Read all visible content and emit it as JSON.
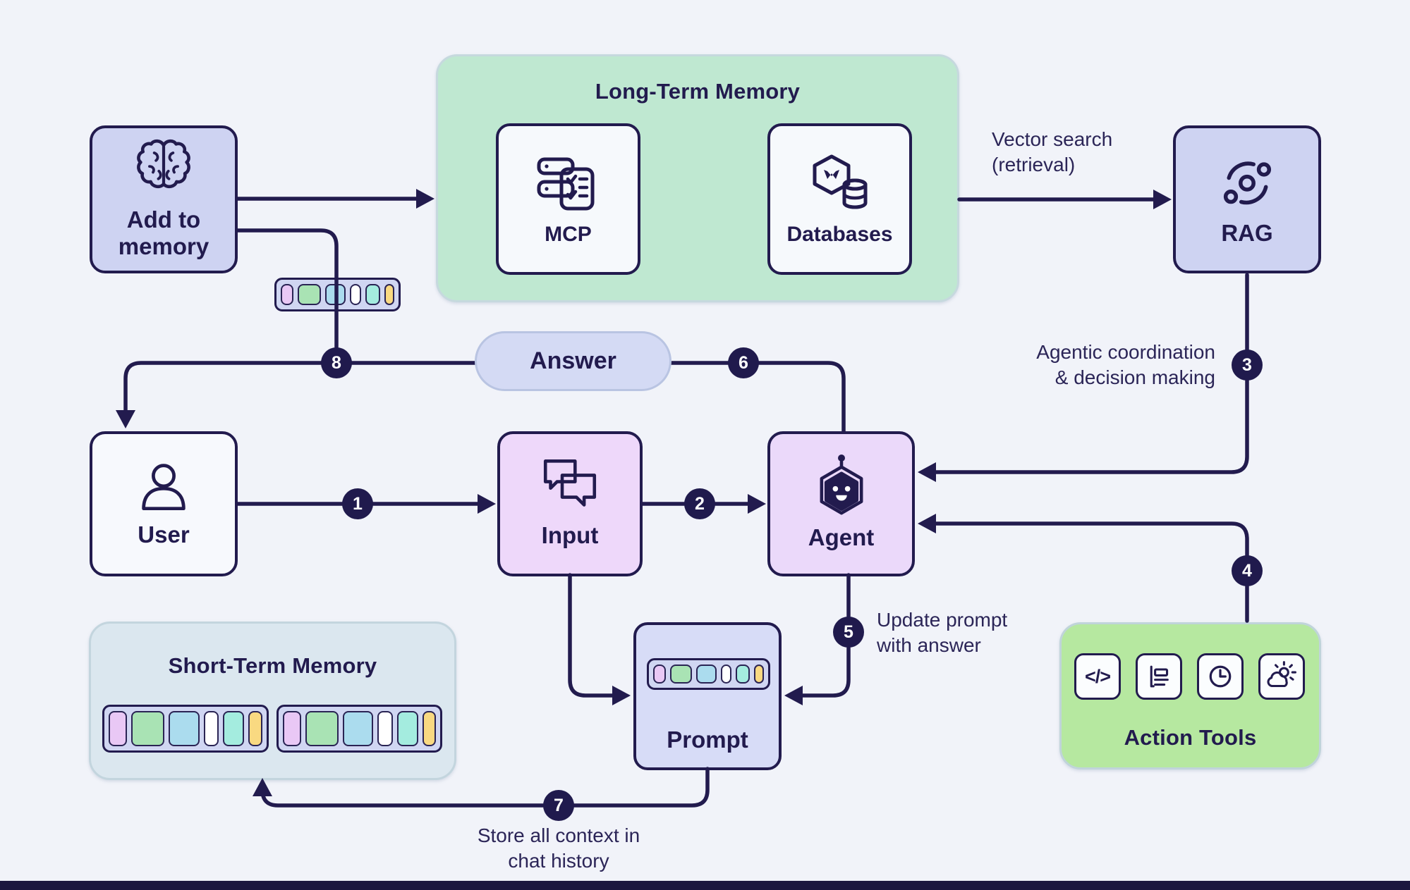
{
  "diagram": {
    "nodes": {
      "add_to_memory": {
        "line1": "Add to",
        "line2": "memory"
      },
      "long_term_memory": {
        "title": "Long-Term Memory"
      },
      "mcp": {
        "label": "MCP"
      },
      "databases": {
        "label": "Databases"
      },
      "rag": {
        "label": "RAG"
      },
      "answer": {
        "label": "Answer"
      },
      "user": {
        "label": "User"
      },
      "input": {
        "label": "Input"
      },
      "agent": {
        "label": "Agent"
      },
      "prompt": {
        "label": "Prompt"
      },
      "short_term_memory": {
        "title": "Short-Term Memory"
      },
      "action_tools": {
        "title": "Action Tools"
      }
    },
    "annotations": {
      "vector_search": {
        "line1": "Vector search",
        "line2": "(retrieval)"
      },
      "agentic": {
        "line1": "Agentic coordination",
        "line2": "& decision making"
      },
      "update_prompt": {
        "line1": "Update prompt",
        "line2": "with answer"
      },
      "store_context": {
        "line1": "Store all context in",
        "line2": "chat history"
      }
    },
    "steps": {
      "s1": "1",
      "s2": "2",
      "s3": "3",
      "s4": "4",
      "s5": "5",
      "s6": "6",
      "s7": "7",
      "s8": "8"
    },
    "tokens": {
      "colors": [
        "#e9c8f5",
        "#a9e3b4",
        "#abdcee",
        "#ffffff",
        "#a4ecdf",
        "#f9d981"
      ]
    },
    "colors": {
      "line_navy": "#221b4e",
      "ltm_green": "#bfe8d1",
      "tools_green": "#b6e8a0",
      "node_lavender": "#ced3f2",
      "input_pink": "#eed8fa",
      "agent_purple": "#ebd9fa",
      "prompt_lavender": "#d7dcf7",
      "stm_blue": "#dbe7ef"
    }
  }
}
